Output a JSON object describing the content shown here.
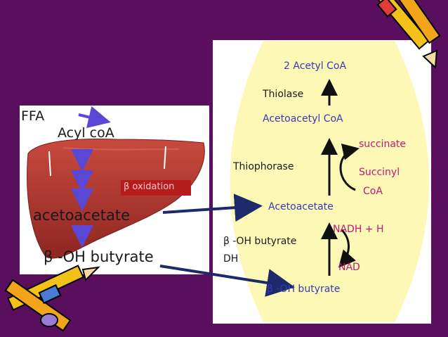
{
  "left": {
    "ffa": "FFA",
    "acyl_coa": "Acyl coA",
    "beta_oxidation": "β oxidation",
    "acetoacetate": "acetoacetate",
    "beta_oh_butyrate": "β -OH butyrate"
  },
  "right": {
    "acetyl_coa": "2 Acetyl  CoA",
    "thiolase": "Thiolase",
    "acetoacetyl_coa": "Acetoacetyl CoA",
    "succinate": "succinate",
    "thiophorase": "Thiophorase",
    "succinyl": "Succinyl",
    "coa": "CoA",
    "acetoacetate": "Acetoacetate",
    "oh_butyrate_dh_line1": "β -OH  butyrate",
    "oh_butyrate_dh_line2": "DH",
    "nadh": "NADH + H",
    "nad": "NAD",
    "oh_butyrate": "β -OH butyrate"
  },
  "colors": {
    "background": "#5a0f5e",
    "lens": "#fdf8b5",
    "blue_text": "#3a3ab3",
    "arrow_navy": "#1c2a6b",
    "liver": "#a8322c",
    "beta_ox_box": "#b71c1c"
  },
  "icons": [
    "pencil-icon-top-right",
    "pencil-icon-bottom-left",
    "liver-image"
  ]
}
